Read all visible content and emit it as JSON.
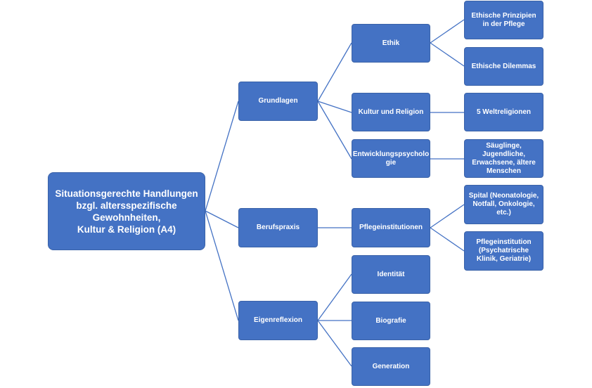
{
  "diagram": {
    "line_color": "#4472c4",
    "box_color": "#4472c4",
    "text_color": "#ffffff",
    "root": "Situationsgerechte Handlungen bzgl. altersspezifische Gewohnheiten,\nKultur & Religion (A4)",
    "level1": [
      "Grundlagen",
      "Berufspraxis",
      "Eigenreflexion"
    ],
    "level2": {
      "ethik": "Ethik",
      "kultur_religion": "Kultur und Religion",
      "entwicklungspsychologie": "Entwicklungspsycholo\ngie",
      "pflegeinstitutionen": "Pflegeinstitutionen",
      "identitaet": "Identität",
      "biografie": "Biografie",
      "generation": "Generation"
    },
    "level3": {
      "ethische_prinzipien": "Ethische Prinzipien in der Pflege",
      "ethische_dilemmas": "Ethische Dilemmas",
      "weltreligionen": "5 Weltreligionen",
      "lebensphasen": "Säuglinge, Jugendliche, Erwachsene, ältere Menschen",
      "spital": "Spital (Neonatologie, Notfall, Onkologie, etc.)",
      "pflegeinstitution": "Pflegeinstitution (Psychatrische Klinik, Geriatrie)"
    }
  }
}
